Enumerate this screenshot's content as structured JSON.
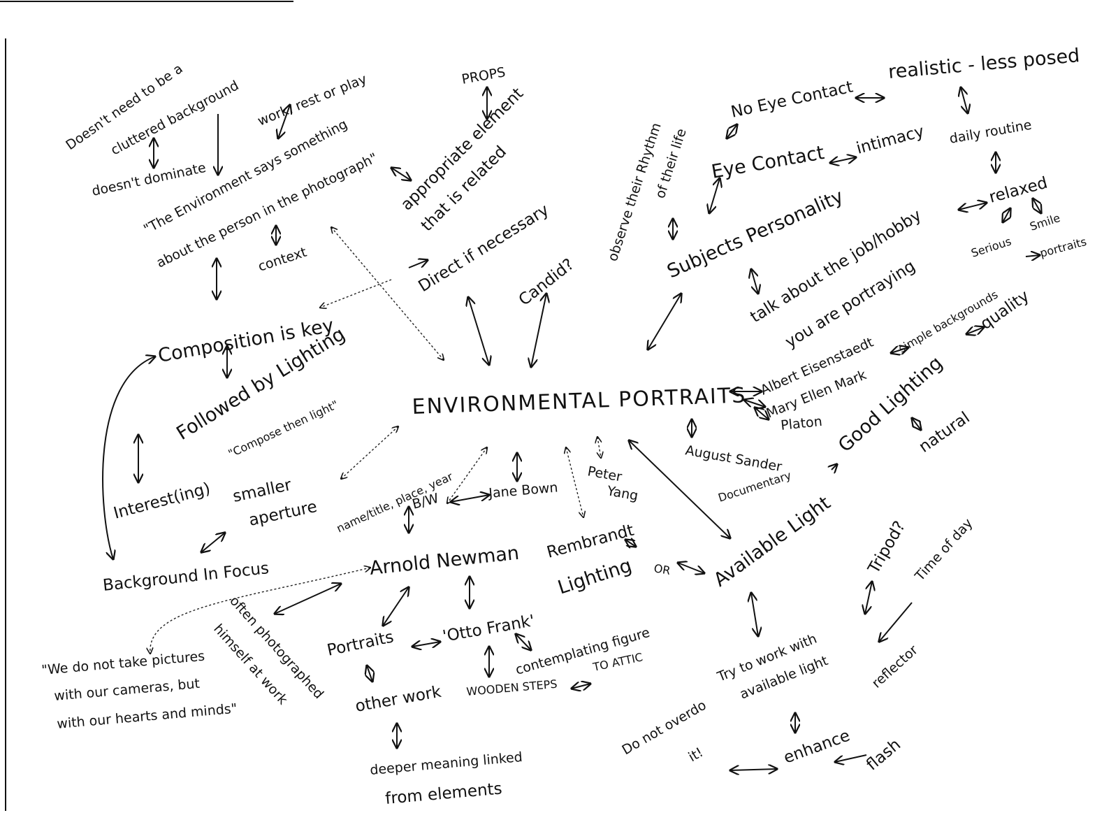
{
  "diagram": {
    "center": "ENVIRONMENTAL PORTRAITS",
    "nodes": {
      "doesnt_need": "Doesn't need to be a",
      "clutter_bg": "cluttered background",
      "doesnt_dominate": "doesn't dominate",
      "work_rest_play": "work, rest or play",
      "props": "PROPS",
      "environment_1": "\"The Environment says something",
      "environment_2": "about the person in the photograph\"",
      "context": "context",
      "appropriate_1": "appropriate element",
      "appropriate_2": "that is related",
      "direct": "Direct if necessary",
      "candid": "Candid?",
      "observe_1": "observe their Rhythm",
      "observe_2": "of their life",
      "no_eye_contact": "No Eye Contact",
      "realistic": "realistic - less posed",
      "eye_contact": "Eye Contact",
      "intimacy": "intimacy",
      "daily_routine": "daily routine",
      "subjects_personality": "Subjects Personality",
      "relaxed": "relaxed",
      "talk_1": "talk about the job/hobby",
      "talk_2": "you are portraying",
      "serious": "Serious",
      "smile": "Smile",
      "simple_bg": "simple backgrounds",
      "portraits_small": "portraits",
      "quality": "quality",
      "albert": "Albert Eisenstaedt",
      "mary": "Mary Ellen Mark",
      "platon": "Platon",
      "good_lighting": "Good Lighting",
      "natural": "natural",
      "composition": "Composition is key",
      "followed_lighting": "Followed by Lighting",
      "compose_then_light": "\"Compose then light\"",
      "interesting": "Interest(ing)",
      "smaller_aperture_1": "smaller",
      "smaller_aperture_2": "aperture",
      "background_focus": "Background In Focus",
      "name_title": "name/title, place, year",
      "bw": "B/W",
      "jane_bown": "Jane Bown",
      "peter_yang_1": "Peter",
      "peter_yang_2": "Yang",
      "arnold": "Arnold Newman",
      "rembrandt_1": "Rembrandt",
      "rembrandt_2": "Lighting",
      "or": "OR",
      "august_sander": "August Sander",
      "documentary": "Documentary",
      "available_light": "Available Light",
      "tripod": "Tripod?",
      "time_of_day": "Time of day",
      "often_photo_1": "often photographed",
      "often_photo_2": "himself at work",
      "portraits": "Portraits",
      "otto_frank": "'Otto Frank'",
      "contemplating": "contemplating figure",
      "wooden_steps": "WOODEN STEPS",
      "to_attic": "TO ATTIC",
      "other_work": "other work",
      "quote_1": "\"We do not take pictures",
      "quote_2": "with our cameras, but",
      "quote_3": "with our hearts and minds\"",
      "try_work_1": "Try to work with",
      "try_work_2": "available light",
      "reflector": "reflector",
      "do_not_overdo_1": "Do not overdo",
      "do_not_overdo_2": "it!",
      "enhance": "enhance",
      "flash": "flash",
      "deeper_1": "deeper meaning linked",
      "deeper_2": "from elements"
    }
  }
}
